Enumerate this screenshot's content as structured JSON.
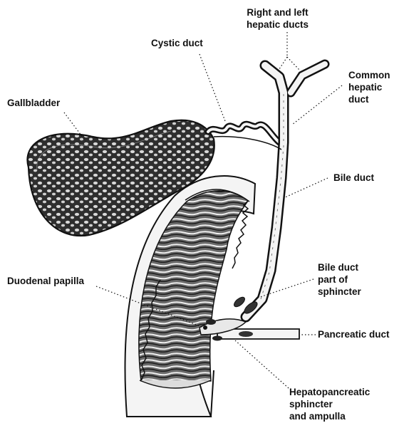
{
  "labels": {
    "hepatic_ducts": [
      "Right and left",
      "hepatic ducts"
    ],
    "cystic_duct": [
      "Cystic duct"
    ],
    "common_hepatic": [
      "Common",
      "hepatic",
      "duct"
    ],
    "gallbladder": [
      "Gallbladder"
    ],
    "bile_duct": [
      "Bile duct"
    ],
    "duodenal_papilla": [
      "Duodenal papilla"
    ],
    "bile_duct_sphincter": [
      "Bile duct",
      "part of",
      "sphincter"
    ],
    "pancreatic_duct": [
      "Pancreatic duct"
    ],
    "hepatopancreatic": [
      "Hepatopancreatic",
      "sphincter",
      "and ampulla"
    ]
  },
  "colors": {
    "ink": "#111111",
    "wall_fill": "#f4f4f4",
    "mucosa_dark": "#2a2a2a",
    "gallbladder_fill": "#3b3b3b"
  }
}
